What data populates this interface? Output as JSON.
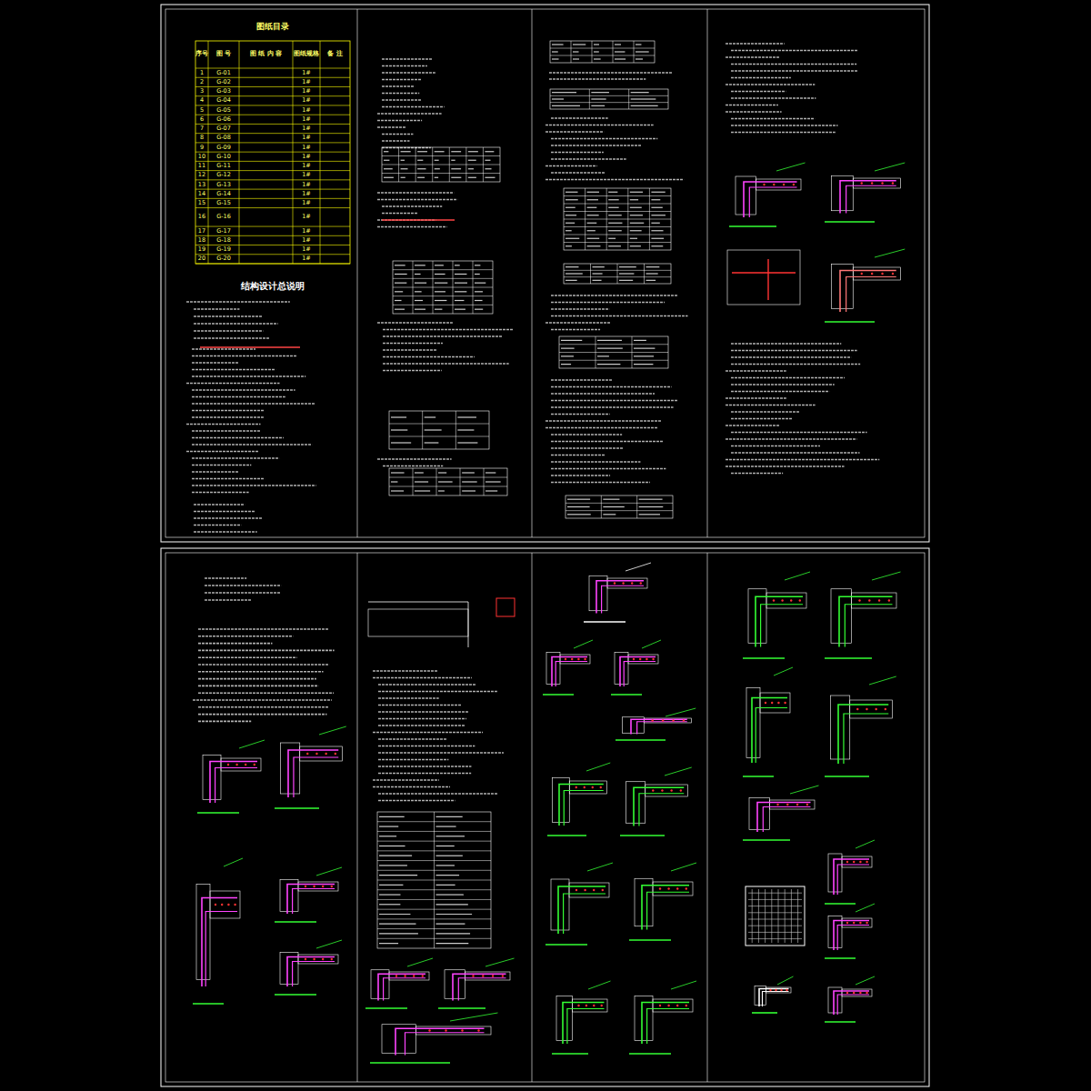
{
  "diagram": {
    "title": "图纸目录",
    "labels": [
      "序号",
      "图 号",
      "图 纸 内 容",
      "图纸规格",
      "备 注",
      "1",
      "G-01",
      "1#",
      "2",
      "G-02",
      "1#",
      "3",
      "G-03",
      "1#",
      "4",
      "G-04",
      "1#",
      "5",
      "G-05",
      "1#",
      "6",
      "G-06",
      "1#",
      "7",
      "G-07",
      "1#",
      "8",
      "G-08",
      "1#",
      "9",
      "G-09",
      "1#",
      "10",
      "G-10",
      "1#",
      "11",
      "G-11",
      "1#",
      "12",
      "G-12",
      "1#",
      "13",
      "G-13",
      "1#",
      "14",
      "G-14",
      "1#",
      "15",
      "G-15",
      "1#",
      "16",
      "G-16",
      "1#",
      "17",
      "G-17",
      "1#",
      "18",
      "G-18",
      "1#",
      "19",
      "G-19",
      "1#",
      "20",
      "G-20",
      "1#",
      "结构设计总说明"
    ]
  }
}
